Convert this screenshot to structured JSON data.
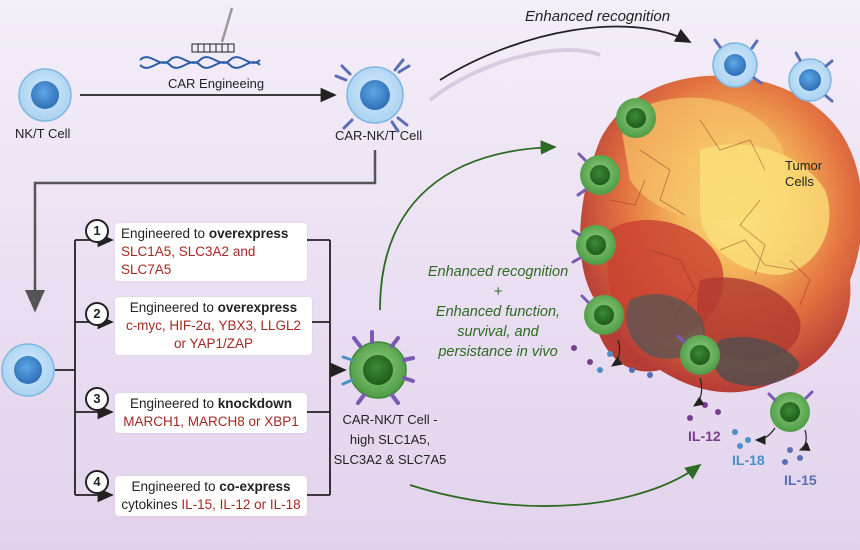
{
  "labels": {
    "nk_t_cell_top": "NK/T Cell",
    "car_engineering": "CAR Engineeing",
    "car_nk_t_cell_top": "CAR-NK/T Cell",
    "enhanced_recognition_top": "Enhanced recognition",
    "tumor_cells": "Tumor\nCells",
    "car_nk_t_cell_high": "CAR-NK/T Cell -\nhigh SLC1A5,\nSLC3A2 & SLC7A5"
  },
  "green_text": {
    "line1": "Enhanced recognition",
    "plus": "+",
    "line2": "Enhanced function,",
    "line3": "survival, and",
    "line4": "persistance in vivo"
  },
  "strategies": [
    {
      "num": "1",
      "prefix": "Engineered to ",
      "bold": "overexpress",
      "targets_pre": "",
      "targets": "SLC1A5, SLC3A2 and SLC7A5"
    },
    {
      "num": "2",
      "prefix": "Engineered to ",
      "bold": "overexpress",
      "targets_pre": "",
      "targets": "c-myc, HIF-2α, YBX3, LLGL2\nor YAP1/ZAP"
    },
    {
      "num": "3",
      "prefix": "Engineered to ",
      "bold": "knockdown",
      "targets_pre": "",
      "targets": "MARCH1, MARCH8 or XBP1"
    },
    {
      "num": "4",
      "prefix": "Engineered to ",
      "bold": "co-express",
      "targets_pre": "cytokines ",
      "targets": "IL-15, IL-12 or IL-18"
    }
  ],
  "cytokines": {
    "il12": "IL-12",
    "il18": "IL-18",
    "il15": "IL-15"
  },
  "colors": {
    "accent_red": "#a32a22",
    "green_text": "#2d6a23",
    "il12": "#7a3e8e",
    "il18": "#4a90c4",
    "il15": "#5a6fb3",
    "cell_blue": "#3e86c9",
    "cell_green": "#3f8a3a"
  }
}
